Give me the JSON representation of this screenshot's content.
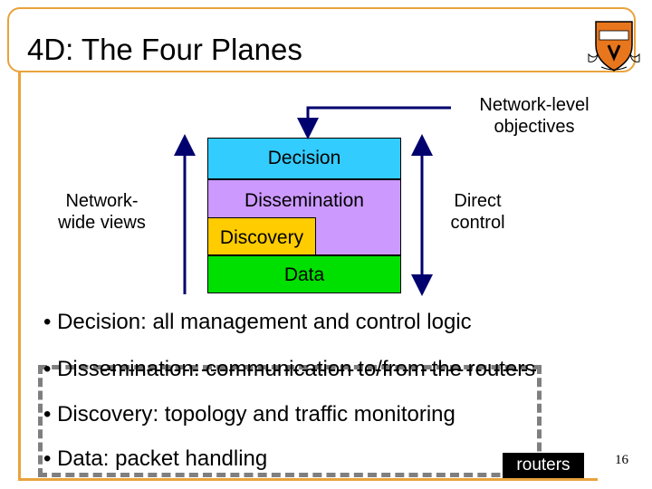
{
  "title": "4D: The Four Planes",
  "planes": {
    "decision": "Decision",
    "dissemination": "Dissemination",
    "discovery": "Discovery",
    "data": "Data"
  },
  "labels": {
    "network_views": "Network-\nwide views",
    "direct_control": "Direct\ncontrol",
    "network_objectives": "Network-level\nobjectives"
  },
  "bullets": [
    {
      "term": "Decision",
      "rest": ": all management and control logic"
    },
    {
      "term": "Dissemination",
      "rest": ": communication to/from the routers"
    },
    {
      "term": "Discovery",
      "rest": ": topology and traffic monitoring"
    },
    {
      "term": "Data",
      "rest": ": packet handling"
    }
  ],
  "routers_label": "routers",
  "page_number": "16",
  "colors": {
    "frame": "#e8a33c",
    "decision": "#33ccff",
    "dissemination": "#cc99ff",
    "discovery": "#ffcc00",
    "data": "#00e000",
    "arrow": "#00006e"
  },
  "logo_icon": "princeton-shield-icon"
}
